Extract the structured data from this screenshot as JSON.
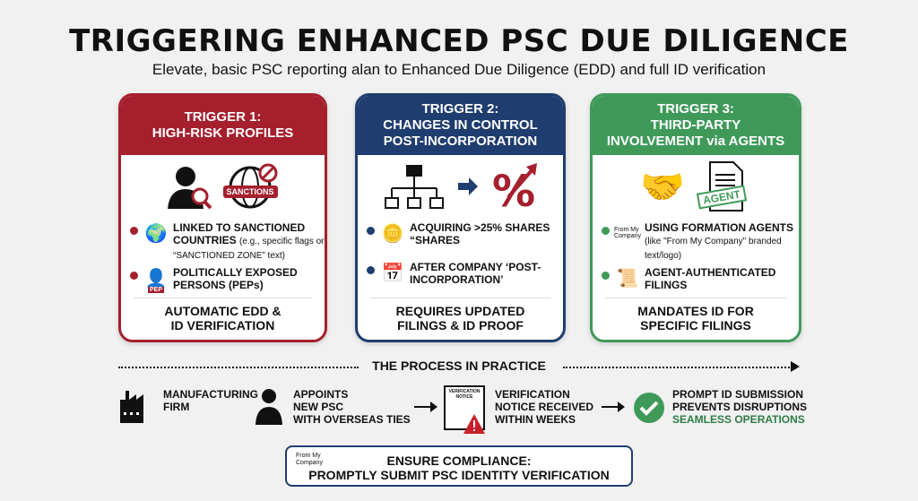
{
  "header": {
    "title": "TRIGGERING ENHANCED PSC DUE DILIGENCE",
    "subtitle": "Elevate, basic PSC reporting alan to Enhanced Due Diligence (EDD) and full ID verification"
  },
  "colors": {
    "red": "#a51f2d",
    "blue": "#1f3d6e",
    "green": "#3f9a5a"
  },
  "cards": [
    {
      "title_1": "TRIGGER 1:",
      "title_2": "HIGH-RISK PROFILES",
      "title_3": "",
      "badge": "SANCTIONS",
      "items": [
        {
          "icon": "globe-icon",
          "text": "LINKED TO SANCTIONED COUNTRIES",
          "note": "(e.g., specific flags or “SANCTIONED ZONE” text)"
        },
        {
          "icon": "pep-icon",
          "text": "POLITICALLY EXPOSED PERSONS (PEPs)",
          "note": "",
          "badge": "PEP"
        }
      ],
      "footer_1": "AUTOMATIC EDD &",
      "footer_2": "ID VERIFICATION"
    },
    {
      "title_1": "TRIGGER 2:",
      "title_2": "CHANGES IN CONTROL",
      "title_3": "POST-INCORPORATION",
      "items": [
        {
          "icon": "coins-icon",
          "text": "ACQUIRING >25% SHARES “SHARES",
          "note": ""
        },
        {
          "icon": "calendar-icon",
          "text": "AFTER COMPANY ‘POST-INCORPORATION’",
          "note": ""
        }
      ],
      "footer_1": "REQUIRES UPDATED",
      "footer_2": "FILINGS & ID PROOF"
    },
    {
      "title_1": "TRIGGER 3:",
      "title_2": "THIRD-PARTY",
      "title_3": "INVOLVEMENT via AGENTS",
      "badge": "AGENT",
      "items": [
        {
          "icon": "logo-icon",
          "text": "USING FORMATION AGENTS",
          "note": "(like \"From My Company\" branded text/logo)",
          "logo": "From My Company"
        },
        {
          "icon": "certificate-icon",
          "text": "AGENT-AUTHENTICATED FILINGS",
          "note": ""
        }
      ],
      "footer_1": "MANDATES ID FOR",
      "footer_2": "SPECIFIC FILINGS"
    }
  ],
  "process": {
    "title": "THE PROCESS IN PRACTICE",
    "steps": [
      {
        "icon": "factory-icon",
        "text_1": "MANUFACTURING",
        "text_2": "FIRM"
      },
      {
        "icon": "person-icon",
        "text_1": "APPOINTS",
        "text_2": "NEW PSC",
        "text_3": "WITH OVERSEAS TIES"
      },
      {
        "icon": "notice-icon",
        "doc_label": "VERIFICATION NOTICE",
        "text_1": "VERIFICATION",
        "text_2": "NOTICE RECEIVED",
        "text_3": "WITHIN WEEKS"
      },
      {
        "icon": "check-icon",
        "text_1": "PROMPT ID SUBMISSION",
        "text_2": "PREVENTS DISRUPTIONS",
        "text_3": "SEAMLESS OPERATIONS"
      }
    ]
  },
  "cta": {
    "logo": "From My Company",
    "line_1": "ENSURE COMPLIANCE:",
    "line_2": "PROMPTLY SUBMIT PSC IDENTITY VERIFICATION"
  }
}
